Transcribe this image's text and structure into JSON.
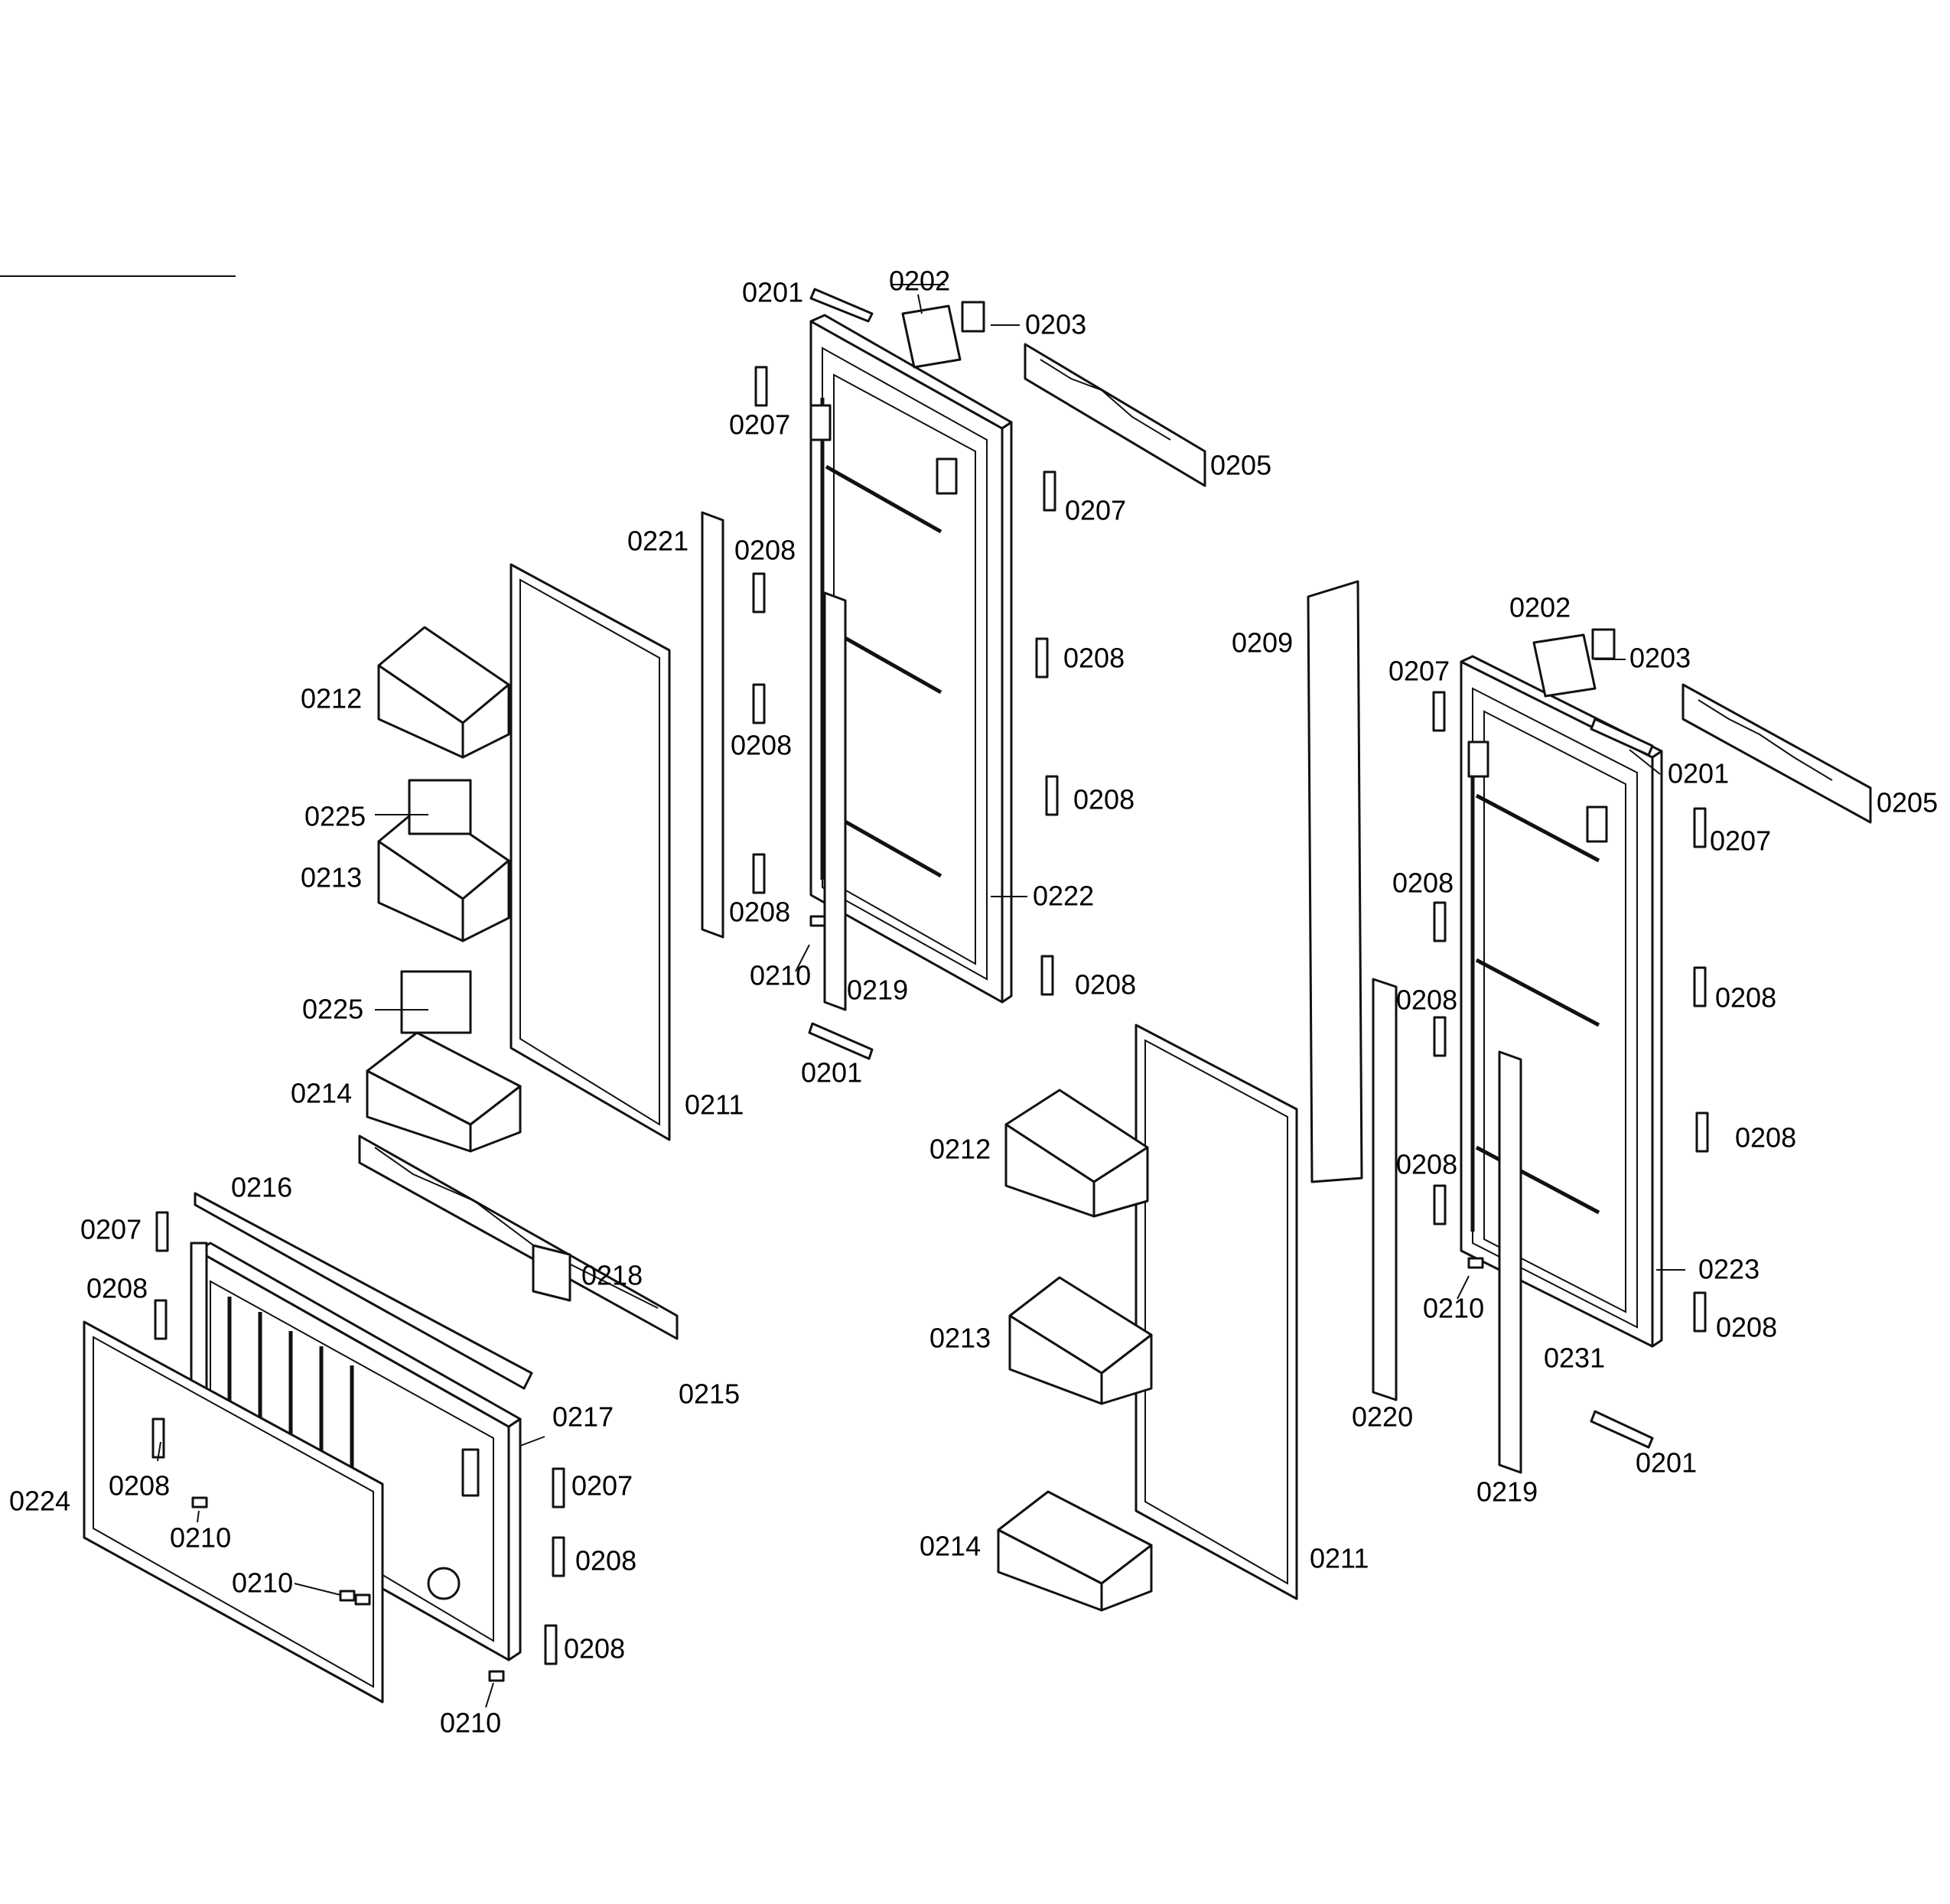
{
  "diagram": {
    "type": "exploded-parts-diagram",
    "callouts": [
      {
        "id": "c01",
        "text": "0201"
      },
      {
        "id": "c02",
        "text": "0202"
      },
      {
        "id": "c03",
        "text": "0203"
      },
      {
        "id": "c04",
        "text": "0207"
      },
      {
        "id": "c05",
        "text": "0205"
      },
      {
        "id": "c06",
        "text": "0207"
      },
      {
        "id": "c07",
        "text": "0221"
      },
      {
        "id": "c08",
        "text": "0208"
      },
      {
        "id": "c09",
        "text": "0208"
      },
      {
        "id": "c10",
        "text": "0208"
      },
      {
        "id": "c11",
        "text": "0208"
      },
      {
        "id": "c12",
        "text": "0208"
      },
      {
        "id": "c13",
        "text": "0212"
      },
      {
        "id": "c14",
        "text": "0225"
      },
      {
        "id": "c15",
        "text": "0213"
      },
      {
        "id": "c16",
        "text": "0225"
      },
      {
        "id": "c17",
        "text": "0214"
      },
      {
        "id": "c18",
        "text": "0211"
      },
      {
        "id": "c19",
        "text": "0210"
      },
      {
        "id": "c20",
        "text": "0219"
      },
      {
        "id": "c21",
        "text": "0222"
      },
      {
        "id": "c22",
        "text": "0208"
      },
      {
        "id": "c23",
        "text": "0201"
      },
      {
        "id": "c24",
        "text": "0209"
      },
      {
        "id": "c25",
        "text": "0207"
      },
      {
        "id": "c26",
        "text": "0202"
      },
      {
        "id": "c27",
        "text": "0203"
      },
      {
        "id": "c28",
        "text": "0201"
      },
      {
        "id": "c29",
        "text": "0205"
      },
      {
        "id": "c30",
        "text": "0207"
      },
      {
        "id": "c31",
        "text": "0208"
      },
      {
        "id": "c32",
        "text": "0208"
      },
      {
        "id": "c33",
        "text": "0208"
      },
      {
        "id": "c34",
        "text": "0208"
      },
      {
        "id": "c35",
        "text": "0208"
      },
      {
        "id": "c36",
        "text": "0223"
      },
      {
        "id": "c37",
        "text": "0210"
      },
      {
        "id": "c38",
        "text": "0208"
      },
      {
        "id": "c39",
        "text": "0231"
      },
      {
        "id": "c40",
        "text": "0220"
      },
      {
        "id": "c41",
        "text": "0201"
      },
      {
        "id": "c42",
        "text": "0219"
      },
      {
        "id": "c43",
        "text": "0212"
      },
      {
        "id": "c44",
        "text": "0213"
      },
      {
        "id": "c45",
        "text": "0214"
      },
      {
        "id": "c46",
        "text": "0211"
      },
      {
        "id": "c47",
        "text": "0216"
      },
      {
        "id": "c48",
        "text": "0207"
      },
      {
        "id": "c49",
        "text": "0208"
      },
      {
        "id": "c50",
        "text": "0218"
      },
      {
        "id": "c51",
        "text": "0215"
      },
      {
        "id": "c52",
        "text": "0217"
      },
      {
        "id": "c53",
        "text": "0207"
      },
      {
        "id": "c54",
        "text": "0224"
      },
      {
        "id": "c55",
        "text": "0208"
      },
      {
        "id": "c56",
        "text": "0210"
      },
      {
        "id": "c57",
        "text": "0208"
      },
      {
        "id": "c58",
        "text": "0210"
      },
      {
        "id": "c59",
        "text": "0208"
      },
      {
        "id": "c60",
        "text": "0210"
      }
    ]
  }
}
